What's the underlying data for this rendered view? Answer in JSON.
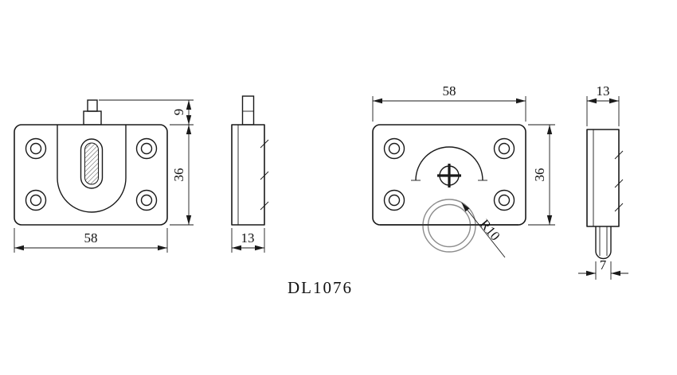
{
  "part_number": "DL1076",
  "views": {
    "front_left": {
      "width": "58",
      "height": "36",
      "pin_height": "9"
    },
    "side_left": {
      "thickness": "13"
    },
    "front_right": {
      "width": "58",
      "height": "36",
      "roller_radius": "R10"
    },
    "side_right": {
      "thickness": "13",
      "roller_width": "7"
    }
  },
  "colors": {
    "line": "#1a1a1a",
    "roller_line": "#8c8c8c",
    "background": "#ffffff"
  }
}
